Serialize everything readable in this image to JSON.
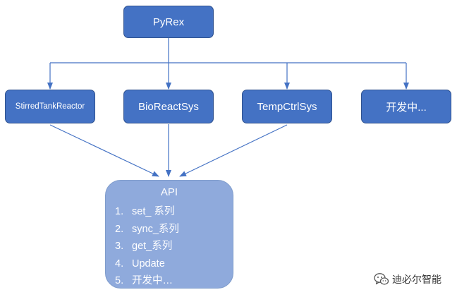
{
  "root": {
    "label": "PyRex"
  },
  "children": [
    {
      "label": "StirredTankReactor"
    },
    {
      "label": "BioReactSys"
    },
    {
      "label": "TempCtrlSys"
    },
    {
      "label": "开发中..."
    }
  ],
  "api": {
    "title": "API",
    "items": [
      {
        "num": "1.",
        "label": "set_ 系列"
      },
      {
        "num": "2.",
        "label": "sync_系列"
      },
      {
        "num": "3.",
        "label": "get_系列"
      },
      {
        "num": "4.",
        "label": "Update"
      },
      {
        "num": "5.",
        "label": "开发中…"
      }
    ]
  },
  "watermark": {
    "text": "迪必尔智能",
    "icon": "wechat-icon"
  },
  "colors": {
    "node_fill": "#4472c4",
    "node_border": "#2f528f",
    "api_fill": "#8faadc",
    "connector": "#4472c4"
  }
}
